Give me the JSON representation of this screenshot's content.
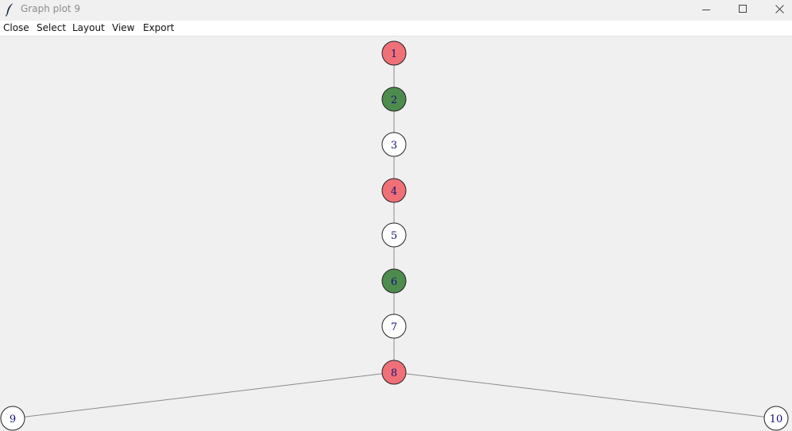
{
  "window": {
    "title": "Graph plot 9",
    "controls": {
      "minimize_icon": "minimize-icon",
      "maximize_icon": "maximize-icon",
      "close_icon": "close-icon"
    }
  },
  "menubar": {
    "items": [
      "Close",
      "Select",
      "Layout",
      "View",
      "Export"
    ]
  },
  "graph": {
    "colors": {
      "red": "#f07078",
      "green": "#4e8c4e",
      "white": "#ffffff",
      "edge": "#8a8a8a",
      "node_border": "#222222",
      "label": "#12127a"
    },
    "nodes": [
      {
        "id": "1",
        "label": "1",
        "color": "red"
      },
      {
        "id": "2",
        "label": "2",
        "color": "green"
      },
      {
        "id": "3",
        "label": "3",
        "color": "white"
      },
      {
        "id": "4",
        "label": "4",
        "color": "red"
      },
      {
        "id": "5",
        "label": "5",
        "color": "white"
      },
      {
        "id": "6",
        "label": "6",
        "color": "green"
      },
      {
        "id": "7",
        "label": "7",
        "color": "white"
      },
      {
        "id": "8",
        "label": "8",
        "color": "red"
      },
      {
        "id": "9",
        "label": "9",
        "color": "white"
      },
      {
        "id": "10",
        "label": "10",
        "color": "white"
      }
    ],
    "edges": [
      [
        "1",
        "2"
      ],
      [
        "2",
        "3"
      ],
      [
        "3",
        "4"
      ],
      [
        "4",
        "5"
      ],
      [
        "5",
        "6"
      ],
      [
        "6",
        "7"
      ],
      [
        "7",
        "8"
      ],
      [
        "8",
        "9"
      ],
      [
        "8",
        "10"
      ]
    ]
  }
}
